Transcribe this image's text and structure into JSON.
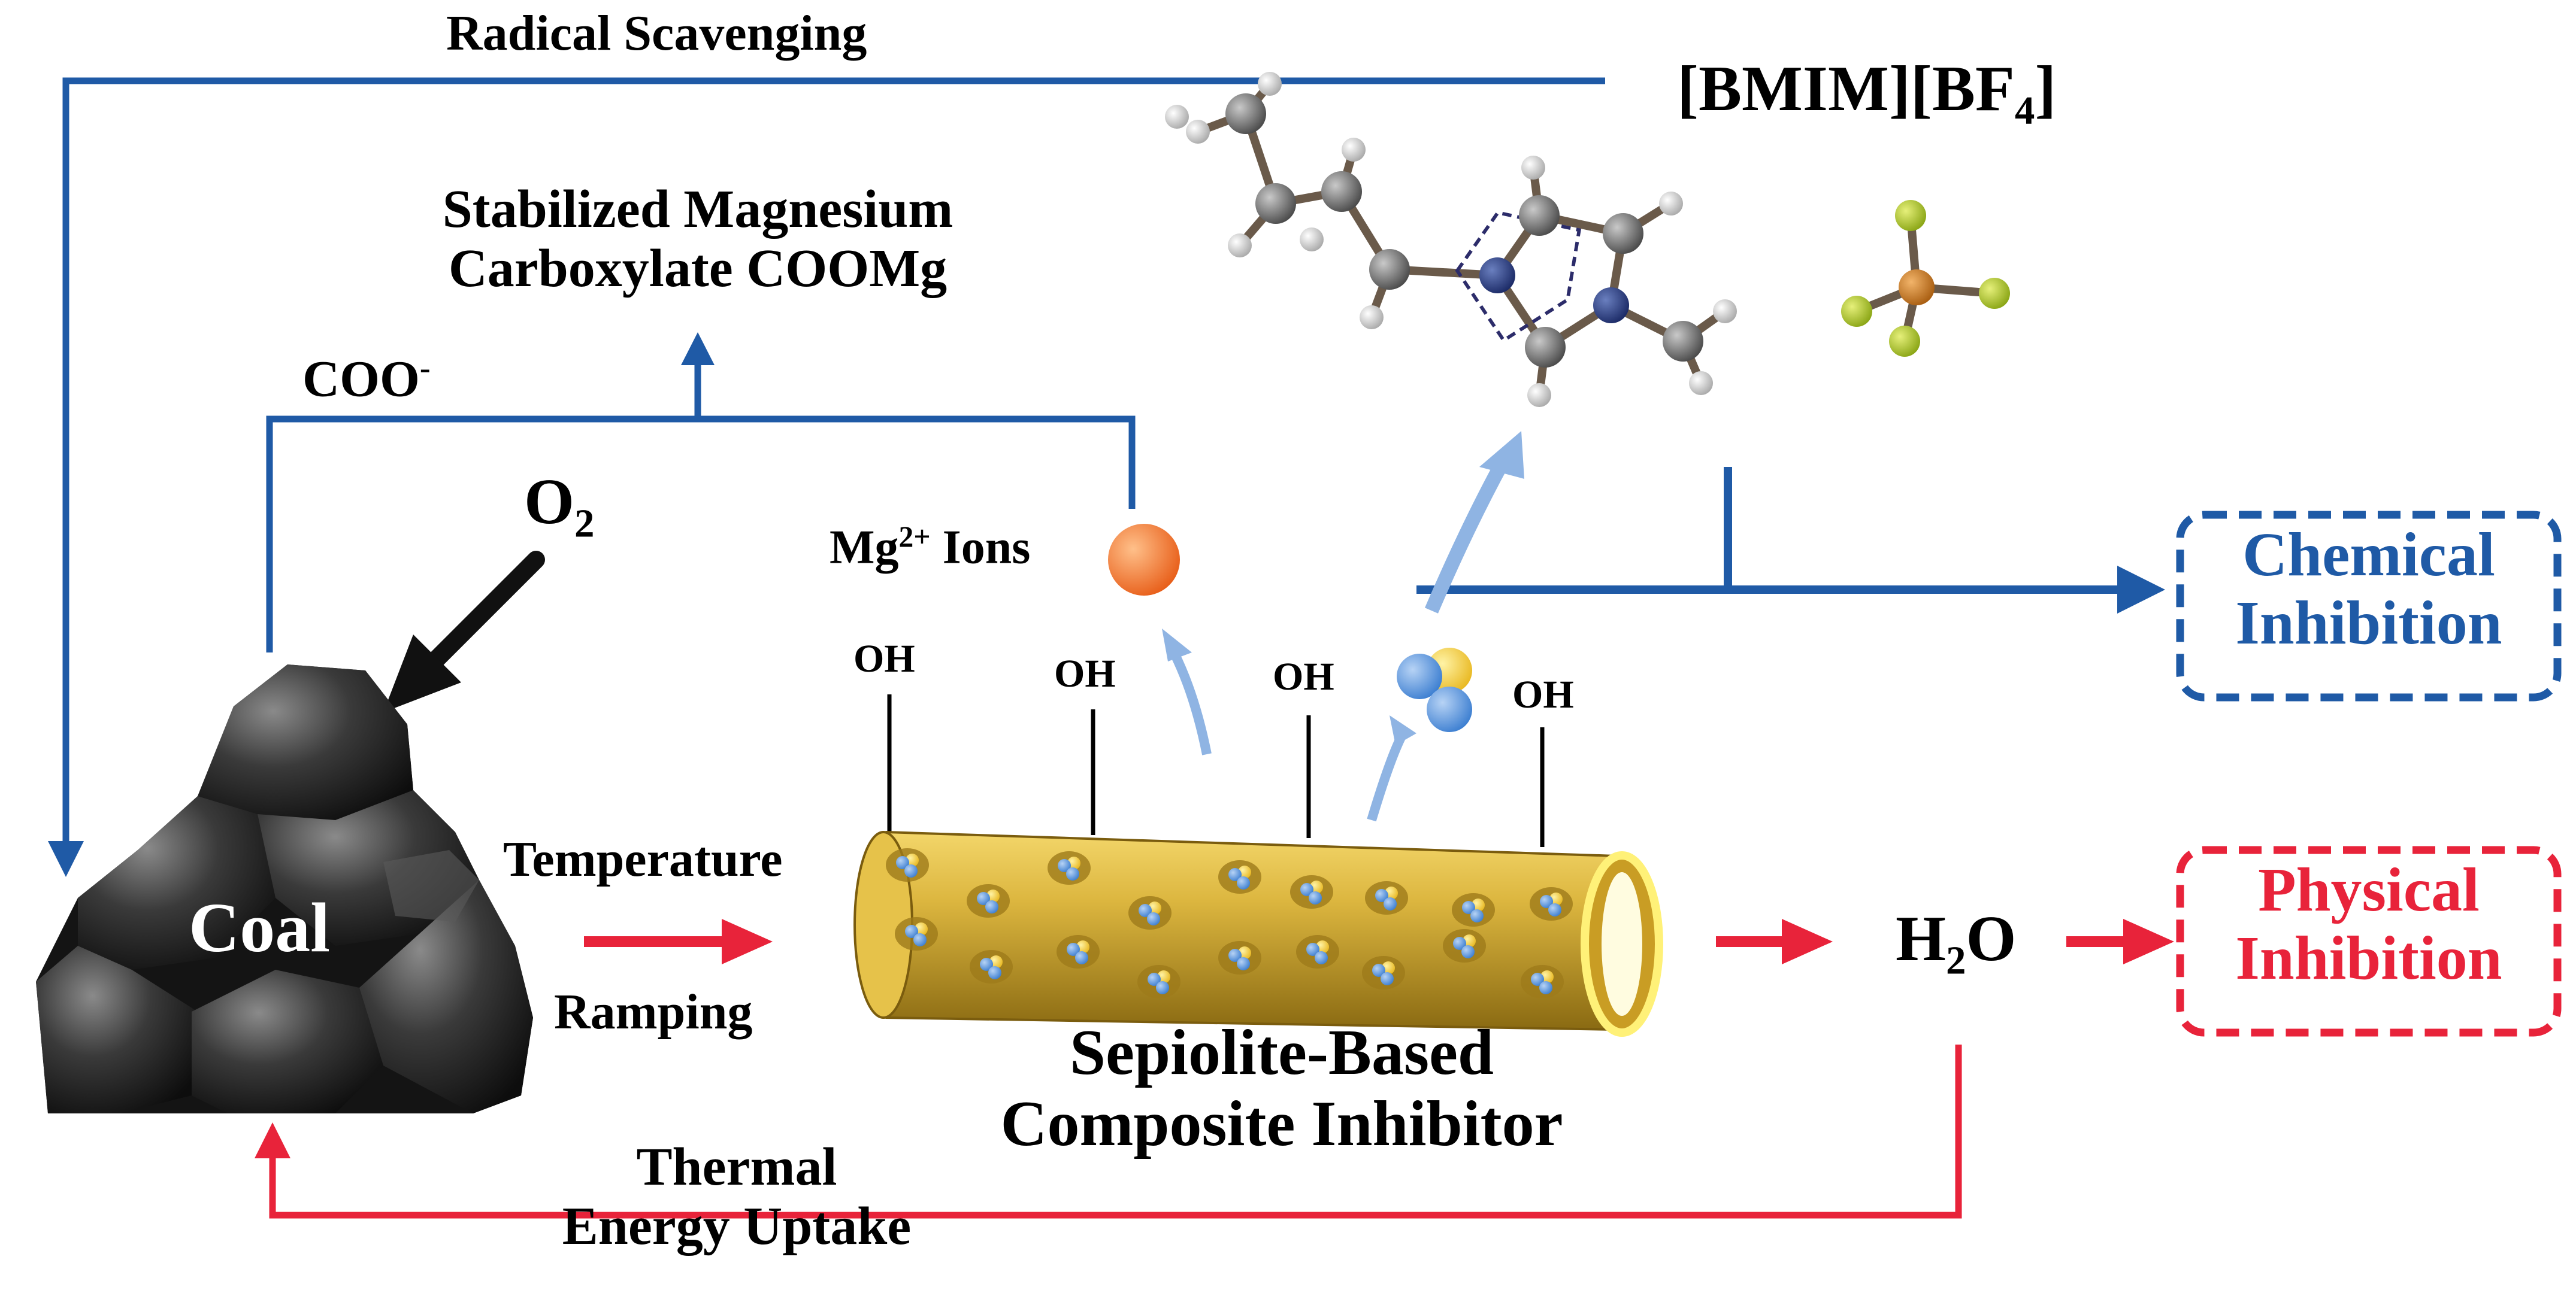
{
  "labels": {
    "radical_scavenging": "Radical Scavenging",
    "bmim_main": "[BMIM][BF",
    "bmim_sub": "4",
    "bmim_end": "]",
    "stabilized_line1": "Stabilized Magnesium",
    "stabilized_line2": "Carboxylate COOMg",
    "coo_main": "COO",
    "coo_sup": "-",
    "o2_main": "O",
    "o2_sub": "2",
    "mg_main": "Mg",
    "mg_sup": "2+",
    "mg_end": " Ions",
    "oh_1": "OH",
    "oh_2": "OH",
    "oh_3": "OH",
    "oh_4": "OH",
    "coal": "Coal",
    "temperature": "Temperature",
    "ramping": "Ramping",
    "sepiolite_line1": "Sepiolite-Based",
    "sepiolite_line2": "Composite Inhibitor",
    "h2o_h": "H",
    "h2o_sub": "2",
    "h2o_o": "O",
    "chemical_line1": "Chemical",
    "chemical_line2": "Inhibition",
    "physical_line1": "Physical",
    "physical_line2": "Inhibition",
    "thermal_line1": "Thermal",
    "thermal_line2": "Energy Uptake"
  },
  "colors": {
    "chemical_pathway": "#1f5aa6",
    "physical_pathway": "#e8233a",
    "molecule_arrow": "#8fb4e3",
    "sepiolite_tube": "#d9b23a",
    "mg_ion": "#f07a2a",
    "coal": "#2a2a2a"
  },
  "icons": {
    "coal": "coal-pile-image",
    "molecule": "bmim-bf4-ball-and-stick-model",
    "mg_ion": "orange-sphere",
    "tube": "sepiolite-nanotube"
  }
}
